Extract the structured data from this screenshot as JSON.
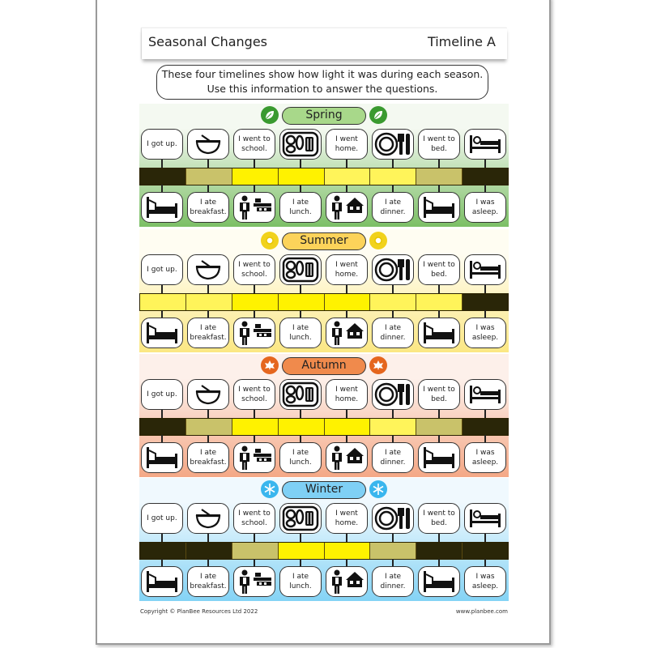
{
  "title": "Seasonal Changes",
  "timeline_label": "Timeline A",
  "instructions": "These four timelines show how light it was during each season. Use this information to answer the questions.",
  "footer": {
    "copyright": "Copyright © PlanBee Resources Ltd 2022",
    "website": "www.planbee.com"
  },
  "colors": {
    "dark": "#2a2608",
    "olive": "#c9c26a",
    "yellow": "#fff200",
    "light_yellow": "#fff45a"
  },
  "top_events": [
    {
      "type": "text",
      "label": "I got up."
    },
    {
      "type": "icon",
      "icon": "bowl-icon"
    },
    {
      "type": "text",
      "label": "I went to school."
    },
    {
      "type": "icon",
      "icon": "lunch-tray-icon"
    },
    {
      "type": "text",
      "label": "I went home."
    },
    {
      "type": "icon",
      "icon": "plate-cutlery-icon"
    },
    {
      "type": "text",
      "label": "I went to bed."
    },
    {
      "type": "icon",
      "icon": "sleeping-bed-icon"
    }
  ],
  "bottom_events": [
    {
      "type": "icon",
      "icon": "bed-icon"
    },
    {
      "type": "text",
      "label": "I ate breakfast."
    },
    {
      "type": "icon",
      "icon": "walking-to-school-icon"
    },
    {
      "type": "text",
      "label": "I ate lunch."
    },
    {
      "type": "icon",
      "icon": "walking-home-icon"
    },
    {
      "type": "text",
      "label": "I ate dinner."
    },
    {
      "type": "icon",
      "icon": "bed-icon"
    },
    {
      "type": "text",
      "label": "I was asleep."
    }
  ],
  "seasons": [
    {
      "name": "Spring",
      "icon": "leaf-icon",
      "header_color": "#a8d88a",
      "icon_color": "#3a9a30",
      "bg_top": "#f4f9f1",
      "bg_bottom": "#7cbf66",
      "light": [
        "dark",
        "olive",
        "yellow",
        "yellow",
        "light_yellow",
        "light_yellow",
        "olive",
        "dark"
      ]
    },
    {
      "name": "Summer",
      "icon": "sun-icon",
      "header_color": "#fcd35a",
      "icon_color": "#f1d21c",
      "bg_top": "#fffdf2",
      "bg_bottom": "#fbe783",
      "light": [
        "light_yellow",
        "light_yellow",
        "yellow",
        "yellow",
        "yellow",
        "light_yellow",
        "light_yellow",
        "dark"
      ]
    },
    {
      "name": "Autumn",
      "icon": "maple-leaf-icon",
      "header_color": "#f08a4c",
      "icon_color": "#e5661e",
      "bg_top": "#fdf0ea",
      "bg_bottom": "#f4a886",
      "light": [
        "dark",
        "olive",
        "yellow",
        "yellow",
        "yellow",
        "light_yellow",
        "olive",
        "dark"
      ]
    },
    {
      "name": "Winter",
      "icon": "snowflake-icon",
      "header_color": "#7fd0f5",
      "icon_color": "#3ab6ee",
      "bg_top": "#f0f9fe",
      "bg_bottom": "#84d3f5",
      "light": [
        "dark",
        "dark",
        "olive",
        "yellow",
        "yellow",
        "olive",
        "dark",
        "dark"
      ]
    }
  ]
}
